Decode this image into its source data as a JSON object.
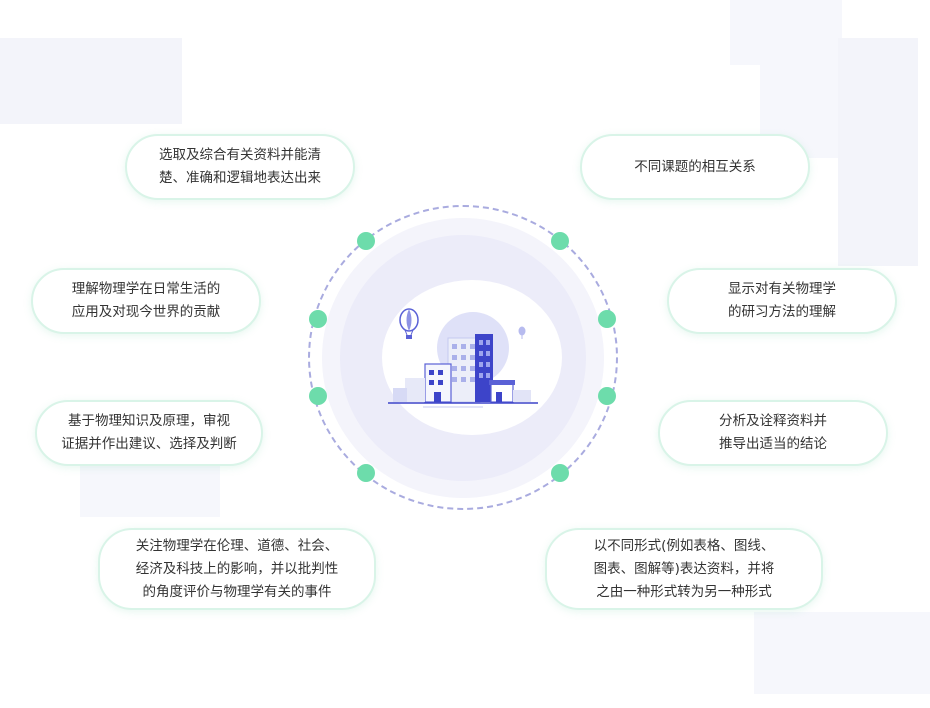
{
  "center": {
    "illustration": "city-buildings-with-balloon"
  },
  "items": [
    {
      "lines": [
        "选取及综合有关资料并能清",
        "楚、准确和逻辑地表达出来"
      ]
    },
    {
      "lines": [
        "理解物理学在日常生活的",
        "应用及对现今世界的贡献"
      ]
    },
    {
      "lines": [
        "基于物理知识及原理，审视",
        "证据并作出建议、选择及判断"
      ]
    },
    {
      "lines": [
        "关注物理学在伦理、道德、社会、",
        "经济及科技上的影响，并以批判性",
        "的角度评价与物理学有关的事件"
      ]
    },
    {
      "lines": [
        "不同课题的相互关系"
      ]
    },
    {
      "lines": [
        "显示对有关物理学",
        "的研习方法的理解"
      ]
    },
    {
      "lines": [
        "分析及诠释资料并",
        "推导出适当的结论"
      ]
    },
    {
      "lines": [
        "以不同形式(例如表格、图线、",
        "图表、图解等)表达资料，并将",
        "之由一种形式转为另一种形式"
      ]
    }
  ],
  "colors": {
    "accent_green": "#6ddcab",
    "ring": "#a9abdf",
    "building_blue": "#3d44c9"
  }
}
